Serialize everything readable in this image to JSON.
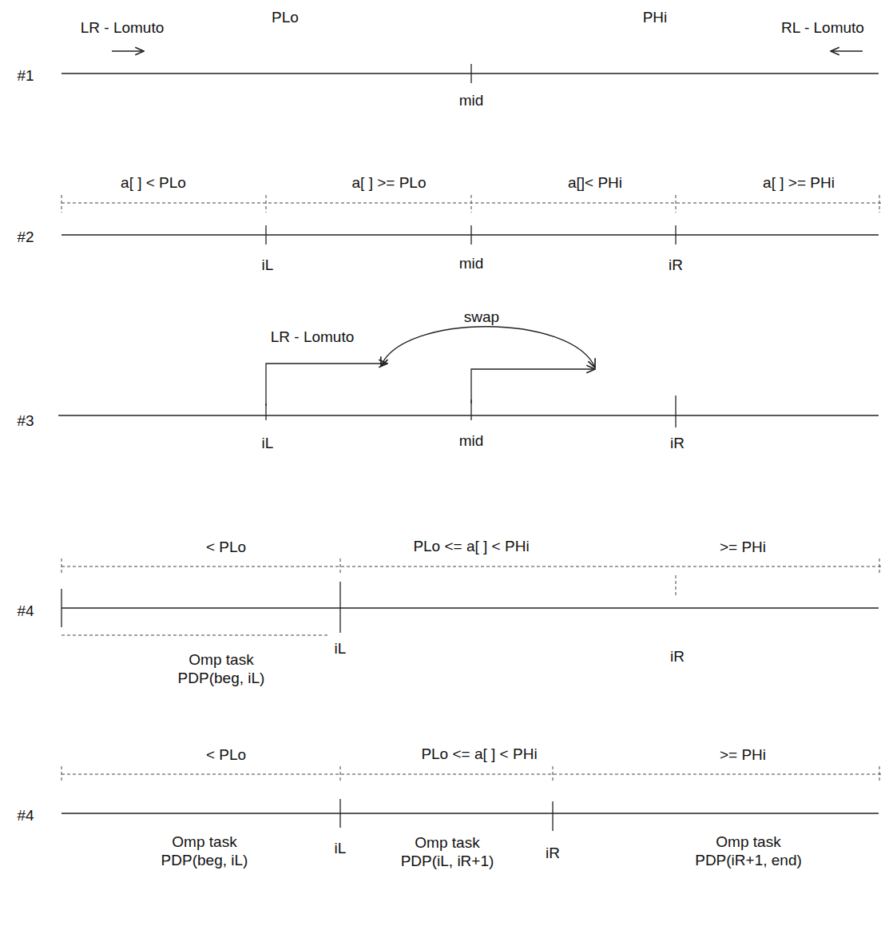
{
  "diagram": {
    "labels": [
      "LR - Lomuto",
      "PLo",
      "PHi",
      "RL - Lomuto",
      "#1",
      "mid",
      "a[ ] < PLo",
      "a[ ] >= PLo",
      "a[]< PHi",
      "a[ ] >= PHi",
      "#2",
      "iL",
      "mid",
      "iR",
      "swap",
      "LR - Lomuto",
      "#3",
      "iL",
      "mid",
      "iR",
      "< PLo",
      "PLo <= a[ ] < PHi",
      ">= PHi",
      "#4",
      "iL",
      "iR",
      "Omp task PDP(beg, iL)",
      "< PLo",
      "PLo <= a[ ] < PHi",
      ">= PHi",
      "#4",
      "Omp task PDP(beg, iL)",
      "iL",
      "Omp task PDP(iL, iR+1)",
      "iR",
      "Omp task PDP(iR+1, end)"
    ]
  }
}
